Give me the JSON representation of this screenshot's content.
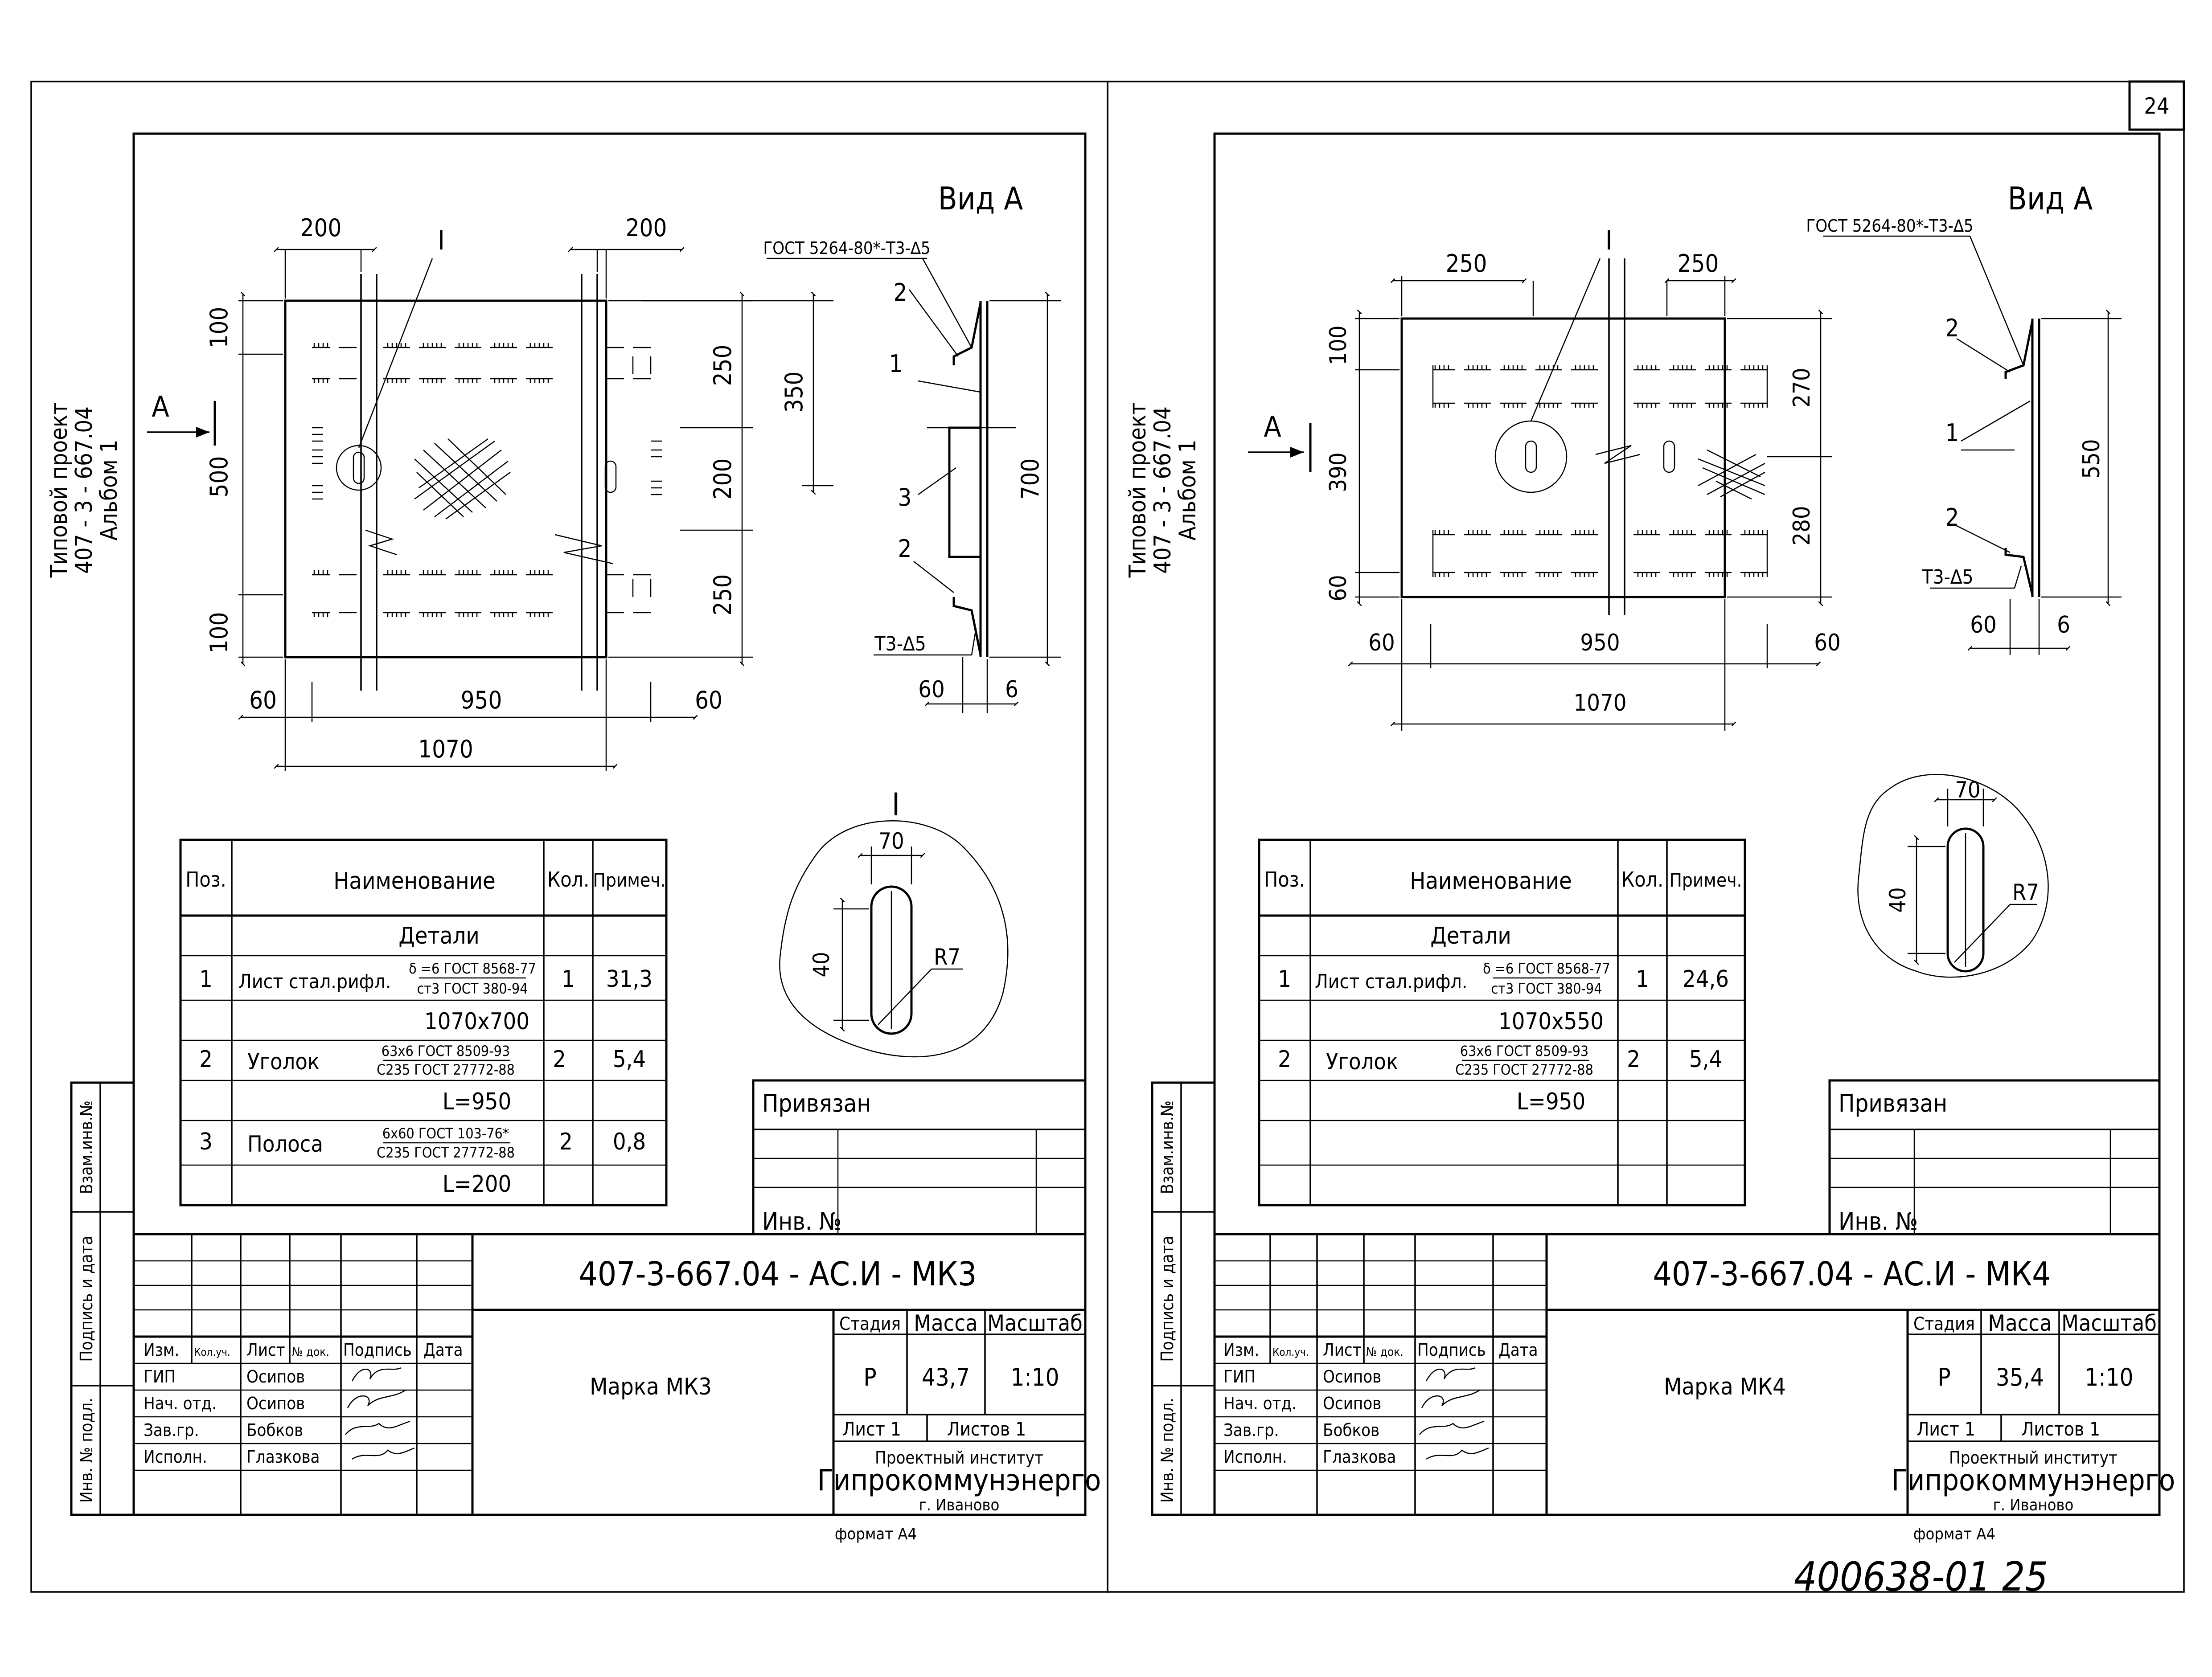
{
  "page_number": "24",
  "bottom_handwritten": "400638-01  25",
  "format_label": "формат А4",
  "sheets": [
    {
      "id": "mk3",
      "side_label": [
        "Типовой проект",
        "407 - 3 - 667.04",
        "Альбом 1"
      ],
      "view_label": "Вид А",
      "section_arrow": "А",
      "detail_label": "I",
      "gost_weld": "ГОСТ 5264-80*-Т3-∆5",
      "weld_symbol": "Т3-∆5",
      "dims": {
        "top_left": "200",
        "top_right": "200",
        "left_top": "100",
        "left_mid": "500",
        "left_bottom": "100",
        "right_top": "250",
        "right_mid": "200",
        "right_bottom": "250",
        "right_outer": "350",
        "side_view_height": "700",
        "bottom_left": "60",
        "bottom_mid": "950",
        "bottom_right": "60",
        "overall": "1070",
        "side_60": "60",
        "side_6": "6"
      },
      "callouts": {
        "c1": "1",
        "c2a": "2",
        "c2b": "2",
        "c3": "3"
      },
      "detail": {
        "w": "70",
        "h": "40",
        "r": "R7"
      },
      "spec": {
        "headers": [
          "Поз.",
          "Наименование",
          "Кол.",
          "Примеч."
        ],
        "section": "Детали",
        "rows": [
          {
            "pos": "1",
            "name": "Лист стал.рифл.",
            "frac_top": "δ =6 ГОСТ 8568-77",
            "frac_bottom": "ст3 ГОСТ 380-94",
            "qty": "1",
            "note": "31,3",
            "sub": "1070x700"
          },
          {
            "pos": "2",
            "name": "Уголок",
            "frac_top": "63x6 ГОСТ 8509-93",
            "frac_bottom": "С235 ГОСТ 27772-88",
            "qty": "2",
            "note": "5,4",
            "sub": "L=950"
          },
          {
            "pos": "3",
            "name": "Полоса",
            "frac_top": "6x60 ГОСТ 103-76*",
            "frac_bottom": "С235 ГОСТ 27772-88",
            "qty": "2",
            "note": "0,8",
            "sub": "L=200"
          }
        ]
      },
      "bind_box": {
        "title": "Привязан",
        "inv": "Инв. №"
      },
      "side_strip": [
        "Взам.инв.№",
        "Подпись и дата",
        "Инв. № подл."
      ],
      "title_block": {
        "code": "407-3-667.04 -  АС.И - МК3",
        "name": "Марка МК3",
        "col_headers": [
          "Изм.",
          "Кол.уч.",
          "Лист",
          "№ док.",
          "Подпись",
          "Дата"
        ],
        "roles": [
          "ГИП",
          "Нач. отд.",
          "Зав.гр.",
          "Исполн."
        ],
        "people": [
          "Осипов",
          "Осипов",
          "Бобков",
          "Глазкова"
        ],
        "stage_h": "Стадия",
        "mass_h": "Масса",
        "scale_h": "Масштаб",
        "stage": "Р",
        "mass": "43,7",
        "scale": "1:10",
        "sheet": "Лист 1",
        "sheets": "Листов 1",
        "org_top": "Проектный институт",
        "org": "Гипрокоммунэнерго",
        "city": "г. Иваново"
      }
    },
    {
      "id": "mk4",
      "side_label": [
        "Типовой проект",
        "407 - 3 - 667.04",
        "Альбом 1"
      ],
      "view_label": "Вид А",
      "section_arrow": "А",
      "detail_label": "I",
      "gost_weld": "ГОСТ 5264-80*-Т3-∆5",
      "weld_symbol": "Т3-∆5",
      "dims": {
        "top_left": "250",
        "top_right": "250",
        "left_top": "100",
        "left_mid": "390",
        "left_bottom": "60",
        "right_top": "270",
        "right_bottom": "280",
        "side_view_height": "550",
        "bottom_left": "60",
        "bottom_mid": "950",
        "bottom_right": "60",
        "overall": "1070",
        "side_60": "60",
        "side_6": "6"
      },
      "callouts": {
        "c1": "1",
        "c2a": "2",
        "c2b": "2"
      },
      "detail": {
        "w": "70",
        "h": "40",
        "r": "R7"
      },
      "spec": {
        "headers": [
          "Поз.",
          "Наименование",
          "Кол.",
          "Примеч."
        ],
        "section": "Детали",
        "rows": [
          {
            "pos": "1",
            "name": "Лист стал.рифл.",
            "frac_top": "δ =6 ГОСТ 8568-77",
            "frac_bottom": "ст3 ГОСТ 380-94",
            "qty": "1",
            "note": "24,6",
            "sub": "1070x550"
          },
          {
            "pos": "2",
            "name": "Уголок",
            "frac_top": "63x6 ГОСТ 8509-93",
            "frac_bottom": "С235 ГОСТ 27772-88",
            "qty": "2",
            "note": "5,4",
            "sub": "L=950"
          }
        ]
      },
      "bind_box": {
        "title": "Привязан",
        "inv": "Инв. №"
      },
      "side_strip": [
        "Взам.инв.№",
        "Подпись и дата",
        "Инв. № подл."
      ],
      "title_block": {
        "code": "407-3-667.04 -  АС.И - МК4",
        "name": "Марка МК4",
        "col_headers": [
          "Изм.",
          "Кол.уч.",
          "Лист",
          "№ док.",
          "Подпись",
          "Дата"
        ],
        "roles": [
          "ГИП",
          "Нач. отд.",
          "Зав.гр.",
          "Исполн."
        ],
        "people": [
          "Осипов",
          "Осипов",
          "Бобков",
          "Глазкова"
        ],
        "stage_h": "Стадия",
        "mass_h": "Масса",
        "scale_h": "Масштаб",
        "stage": "Р",
        "mass": "35,4",
        "scale": "1:10",
        "sheet": "Лист 1",
        "sheets": "Листов 1",
        "org_top": "Проектный институт",
        "org": "Гипрокоммунэнерго",
        "city": "г. Иваново"
      }
    }
  ]
}
